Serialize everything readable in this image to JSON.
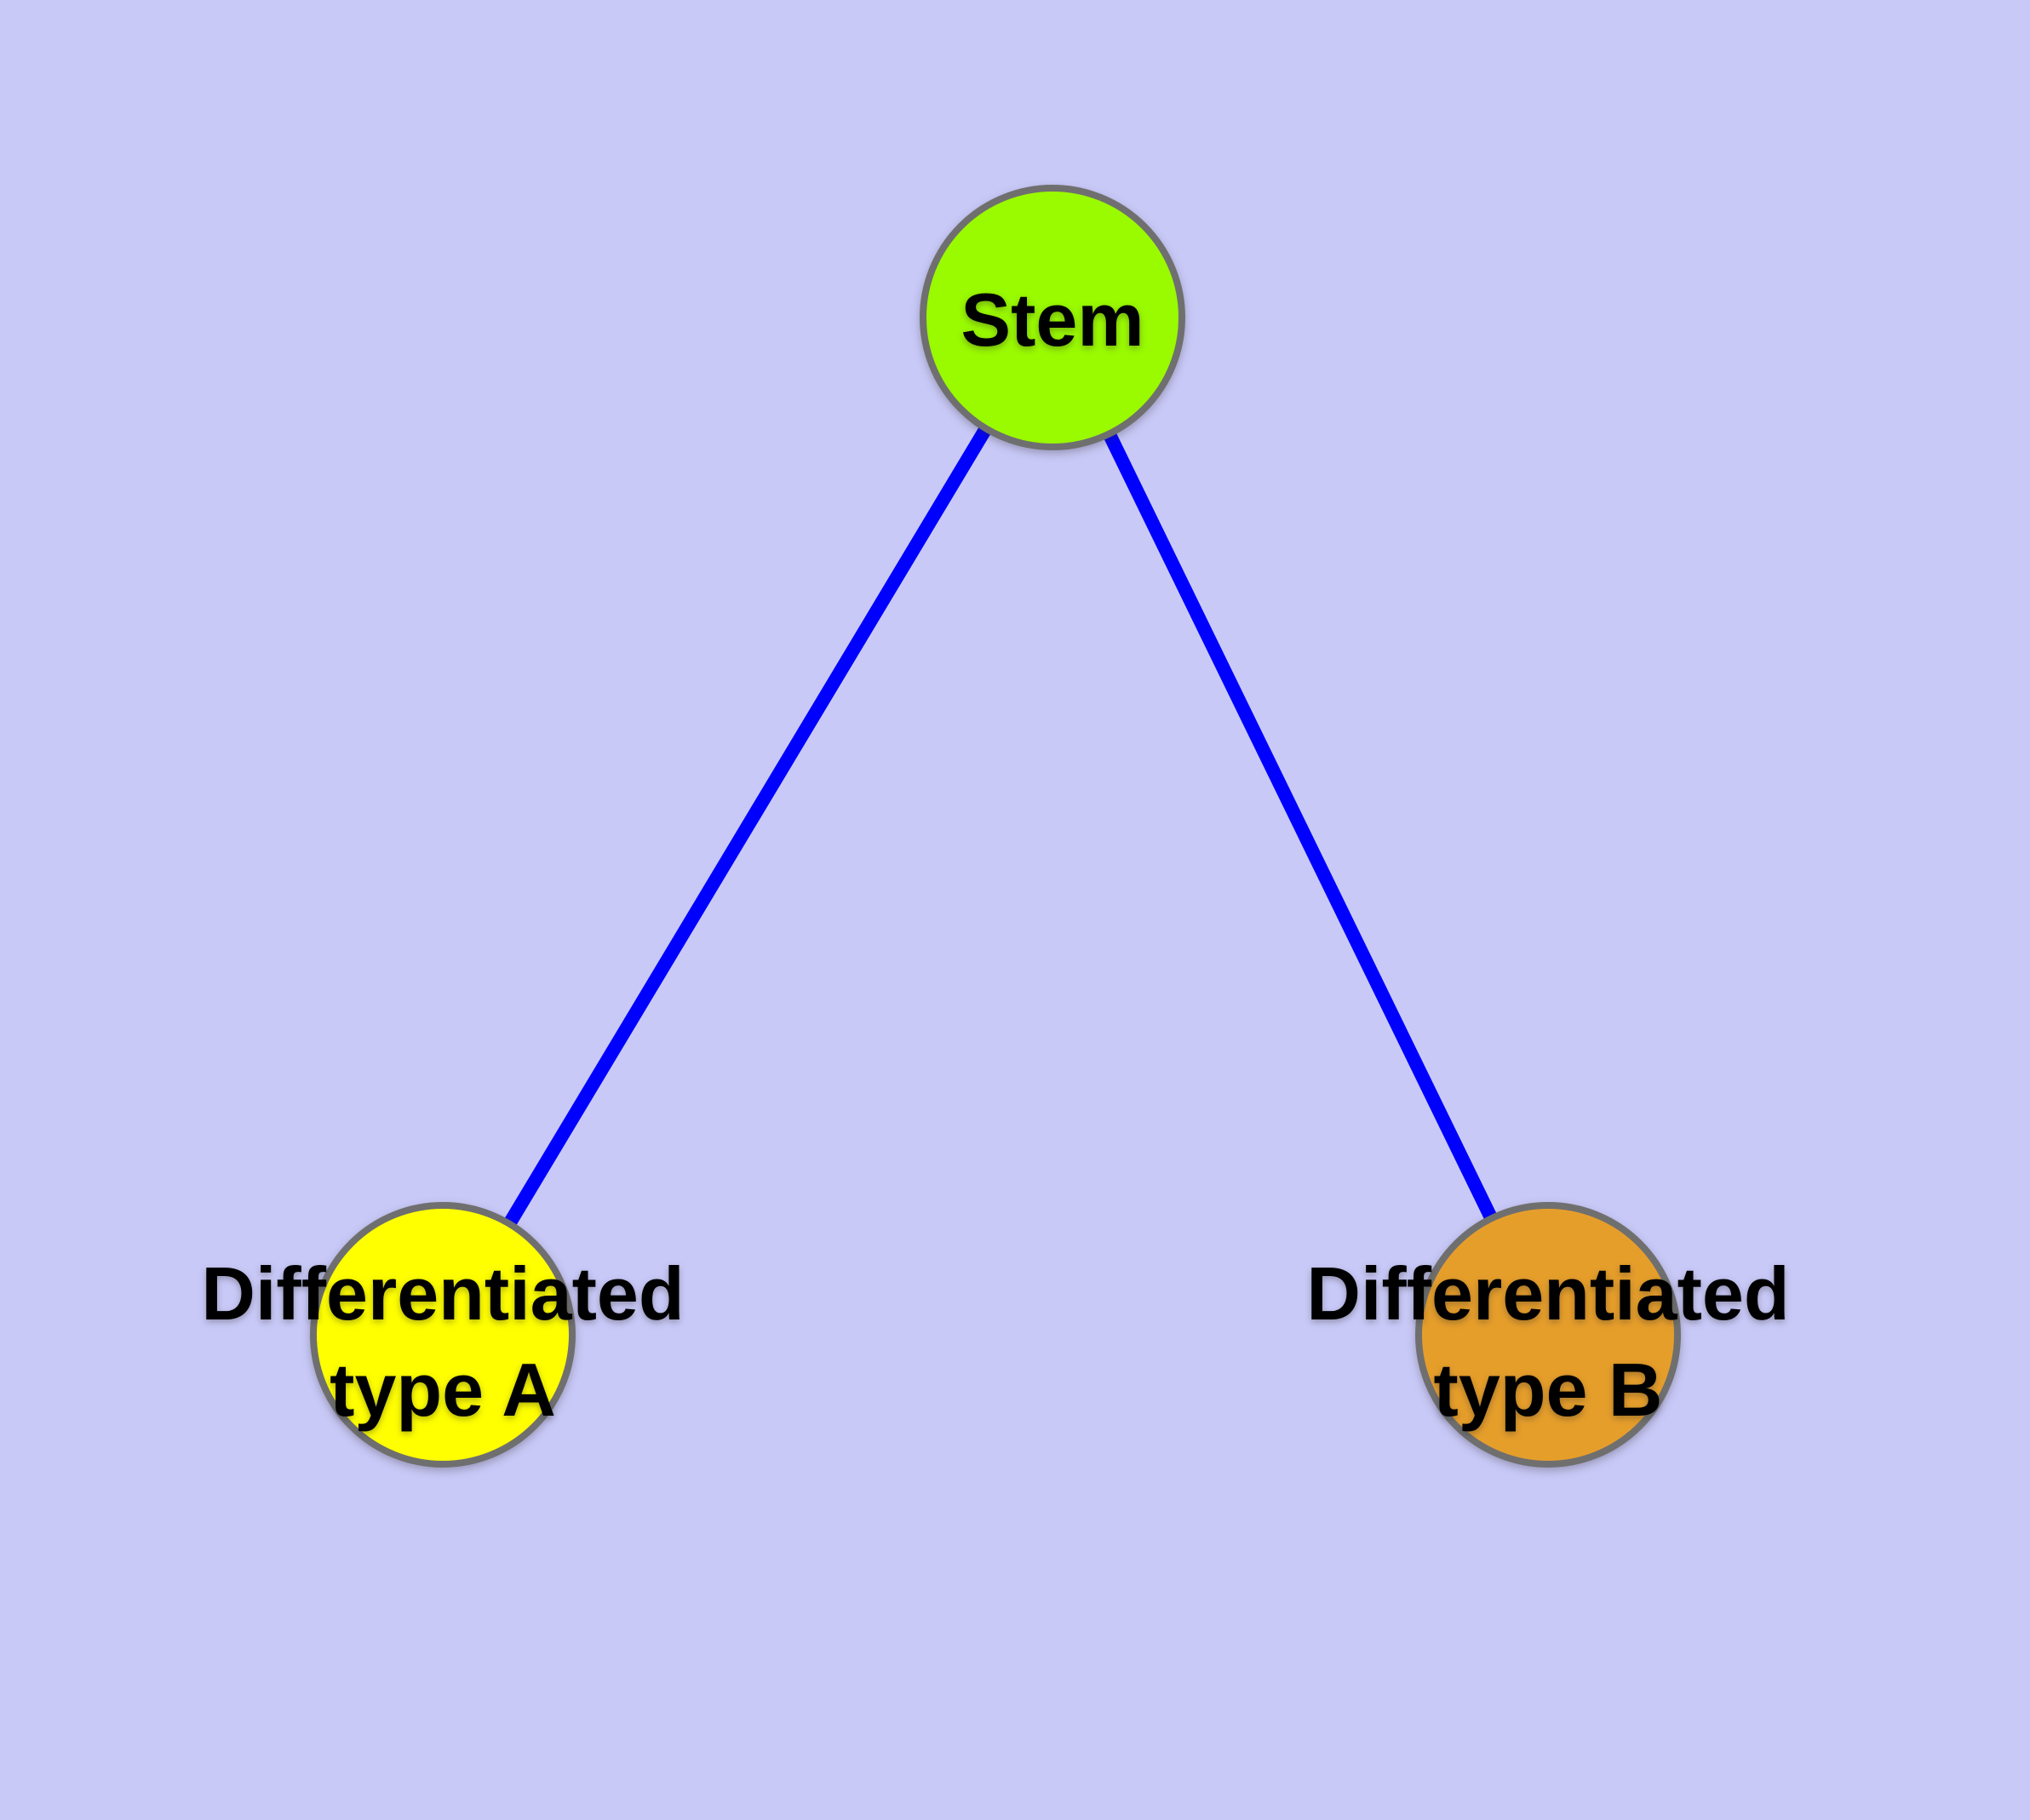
{
  "diagram": {
    "background_color": "#c9c9f8",
    "edge_color": "#0000ff",
    "node_border_color": "#6f6f6f",
    "label_color": "#000000",
    "nodes": [
      {
        "id": "stem",
        "label_lines": [
          "Stem"
        ],
        "fill": "#9afa00"
      },
      {
        "id": "differentiated-type-a",
        "label_lines": [
          "Differentiated",
          "type A"
        ],
        "fill": "#ffff00"
      },
      {
        "id": "differentiated-type-b",
        "label_lines": [
          "Differentiated",
          "type B"
        ],
        "fill": "#e69e2b"
      }
    ],
    "edges": [
      {
        "from": "stem",
        "to": "differentiated-type-a"
      },
      {
        "from": "stem",
        "to": "differentiated-type-b"
      }
    ]
  }
}
